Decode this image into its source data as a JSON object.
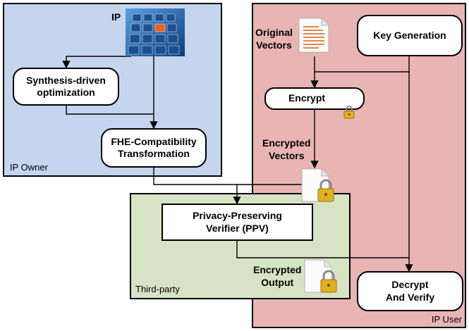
{
  "regions": {
    "ip_owner": {
      "label": "IP Owner",
      "fill": "#c5d5ee"
    },
    "ip_user": {
      "label": "IP User",
      "fill": "#e8b4b4"
    },
    "third_party": {
      "label": "Third-party",
      "fill": "#d6e4c5"
    }
  },
  "nodes": {
    "ip": "IP",
    "synthesis": "Synthesis-driven\noptimization",
    "fhe": "FHE-Compatibility\nTransformation",
    "original_vectors": "Original\nVectors",
    "key_generation": "Key Generation",
    "encrypt": "Encrypt",
    "encrypted_vectors": "Encrypted\nVectors",
    "ppv": "Privacy-Preserving\nVerifier (PPV)",
    "encrypted_output": "Encrypted\nOutput",
    "decrypt_verify": "Decrypt\nAnd Verify"
  },
  "icons": [
    "chip-icon",
    "document-icon",
    "lock-icon",
    "encrypted-document-icon",
    "encrypted-output-icon"
  ],
  "colors": {
    "chip_highlight": "#e8622a",
    "chip_blue": "#2a6fb8",
    "lock_gold": "#e0b020"
  }
}
